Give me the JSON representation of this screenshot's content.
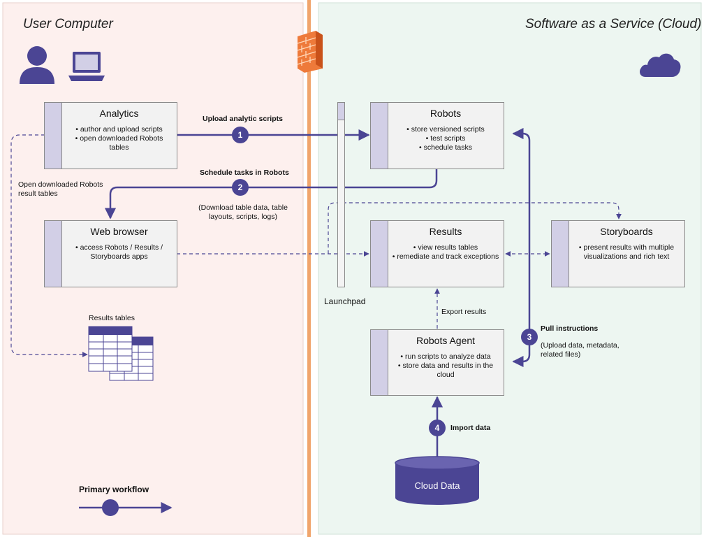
{
  "colors": {
    "user_pane_bg": "#fdf0ee",
    "cloud_pane_bg": "#edf6f1",
    "divider": "#f0a56c",
    "flow": "#4b4594",
    "box_strip": "#d2cfe6",
    "box_bg": "#f2f2f2"
  },
  "panes": {
    "user": {
      "title": "User Computer"
    },
    "cloud": {
      "title": "Software as a Service (Cloud)"
    }
  },
  "icons": {
    "user": "person-icon",
    "laptop": "laptop-icon",
    "firewall": "firewall-icon",
    "cloud": "cloud-icon",
    "tables": "results-tables-icon",
    "database": "database-icon"
  },
  "boxes": {
    "analytics": {
      "title": "Analytics",
      "items": [
        "author and upload scripts",
        "open downloaded Robots tables"
      ]
    },
    "web_browser": {
      "title": "Web browser",
      "items": [
        "access Robots / Results / Storyboards apps"
      ]
    },
    "robots": {
      "title": "Robots",
      "items": [
        "store versioned scripts",
        "test scripts",
        "schedule tasks"
      ]
    },
    "results": {
      "title": "Results",
      "items": [
        "view results tables",
        "remediate and track exceptions"
      ]
    },
    "storyboards": {
      "title": "Storyboards",
      "items": [
        "present results with multiple visualizations and rich text"
      ]
    },
    "robots_agent": {
      "title": "Robots Agent",
      "items": [
        "run scripts to analyze data",
        "store data and results in the cloud"
      ]
    }
  },
  "launchpad": {
    "label": "Launchpad"
  },
  "results_tables": {
    "label": "Results tables"
  },
  "cloud_data": {
    "label": "Cloud Data"
  },
  "steps": [
    {
      "number": "1",
      "label": "Upload analytic scripts",
      "note": ""
    },
    {
      "number": "2",
      "label": "Schedule tasks in Robots",
      "note": "(Download table data, table layouts, scripts, logs)"
    },
    {
      "number": "3",
      "label": "Pull instructions",
      "note": "(Upload data, metadata, related files)"
    },
    {
      "number": "4",
      "label": "Import data",
      "note": ""
    }
  ],
  "annotations": {
    "open_downloaded": "Open downloaded Robots result tables",
    "export_results": "Export results"
  },
  "legend": {
    "label": "Primary workflow"
  }
}
